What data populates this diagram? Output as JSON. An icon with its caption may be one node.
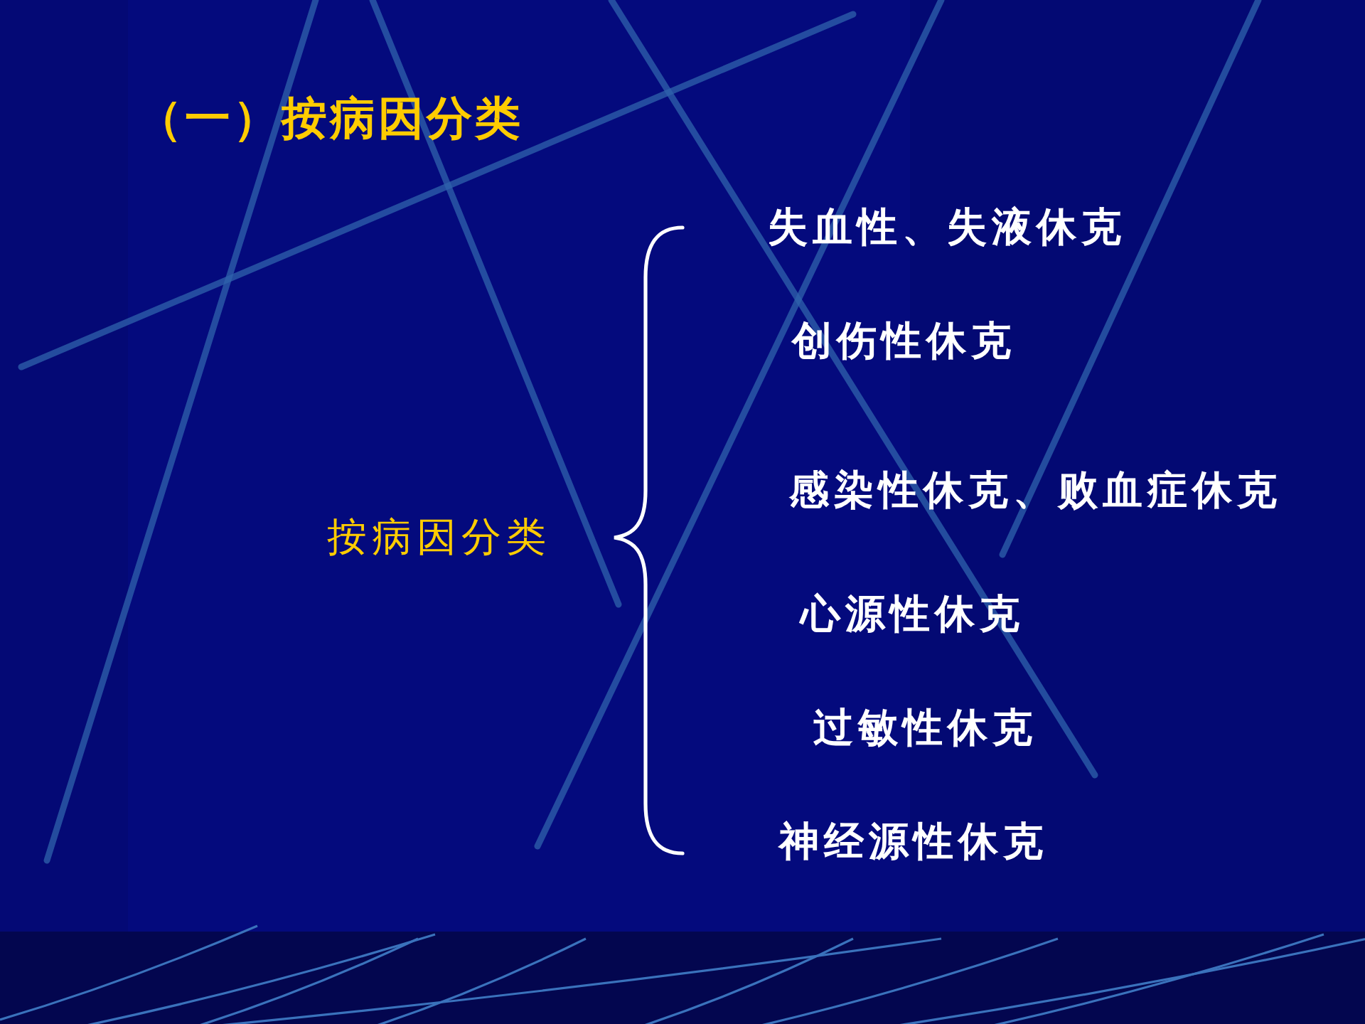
{
  "diagram": {
    "title": "（一）按病因分类",
    "labels": [
      "按病因分类",
      "失血性、失液休克",
      "创伤性休克",
      "感染性休克、败血症休克",
      "心源性休克",
      "过敏性休克",
      "神经源性休克"
    ]
  }
}
